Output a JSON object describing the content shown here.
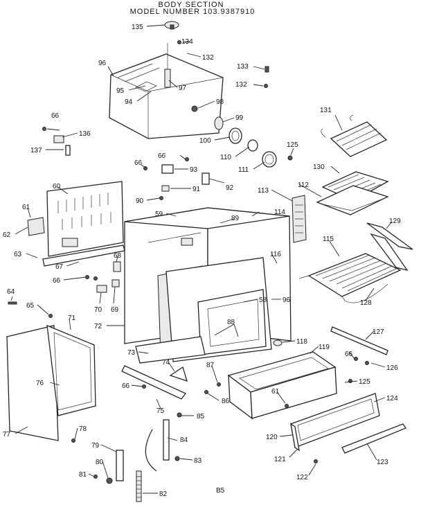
{
  "header": {
    "title": "BODY  SECTION",
    "model": "MODEL  NUMBER 103.9387910"
  },
  "footer": {
    "code": "B5"
  },
  "callouts": [
    {
      "id": "c135",
      "text": "135"
    },
    {
      "id": "c134",
      "text": "134"
    },
    {
      "id": "c132a",
      "text": "132"
    },
    {
      "id": "c133",
      "text": "133"
    },
    {
      "id": "c132b",
      "text": "132"
    },
    {
      "id": "c96a",
      "text": "96"
    },
    {
      "id": "c97",
      "text": "97"
    },
    {
      "id": "c95",
      "text": "95"
    },
    {
      "id": "c94",
      "text": "94"
    },
    {
      "id": "c98",
      "text": "98"
    },
    {
      "id": "c99",
      "text": "99"
    },
    {
      "id": "c131",
      "text": "131"
    },
    {
      "id": "c66a",
      "text": "66"
    },
    {
      "id": "c136",
      "text": "136"
    },
    {
      "id": "c137",
      "text": "137"
    },
    {
      "id": "c100",
      "text": "100"
    },
    {
      "id": "c110",
      "text": "110"
    },
    {
      "id": "c125a",
      "text": "125"
    },
    {
      "id": "c111",
      "text": "111"
    },
    {
      "id": "c66b",
      "text": "66"
    },
    {
      "id": "c66c",
      "text": "66"
    },
    {
      "id": "c93",
      "text": "93"
    },
    {
      "id": "c130",
      "text": "130"
    },
    {
      "id": "c60",
      "text": "60"
    },
    {
      "id": "c92",
      "text": "92"
    },
    {
      "id": "c91",
      "text": "91"
    },
    {
      "id": "c113",
      "text": "113"
    },
    {
      "id": "c112",
      "text": "112"
    },
    {
      "id": "c90",
      "text": "90"
    },
    {
      "id": "c61a",
      "text": "61"
    },
    {
      "id": "c114",
      "text": "114"
    },
    {
      "id": "c59",
      "text": "59"
    },
    {
      "id": "c89",
      "text": "89"
    },
    {
      "id": "c62",
      "text": "62"
    },
    {
      "id": "c129",
      "text": "129"
    },
    {
      "id": "c115",
      "text": "115"
    },
    {
      "id": "c68",
      "text": "68"
    },
    {
      "id": "c63",
      "text": "63"
    },
    {
      "id": "c67",
      "text": "67"
    },
    {
      "id": "c116",
      "text": "116"
    },
    {
      "id": "c66d",
      "text": "66"
    },
    {
      "id": "c64",
      "text": "64"
    },
    {
      "id": "c58",
      "text": "58"
    },
    {
      "id": "c96b",
      "text": "96"
    },
    {
      "id": "c128",
      "text": "128"
    },
    {
      "id": "c70",
      "text": "70"
    },
    {
      "id": "c69",
      "text": "69"
    },
    {
      "id": "c88",
      "text": "88"
    },
    {
      "id": "c65",
      "text": "65"
    },
    {
      "id": "c71",
      "text": "71"
    },
    {
      "id": "c72",
      "text": "72"
    },
    {
      "id": "c127",
      "text": "127"
    },
    {
      "id": "c118",
      "text": "118"
    },
    {
      "id": "c73",
      "text": "73"
    },
    {
      "id": "c119",
      "text": "119"
    },
    {
      "id": "c66e",
      "text": "66"
    },
    {
      "id": "c126",
      "text": "126"
    },
    {
      "id": "c74",
      "text": "74"
    },
    {
      "id": "c87",
      "text": "87"
    },
    {
      "id": "c76",
      "text": "76"
    },
    {
      "id": "c66f",
      "text": "66"
    },
    {
      "id": "c125b",
      "text": "125"
    },
    {
      "id": "c61b",
      "text": "61"
    },
    {
      "id": "c86",
      "text": "86"
    },
    {
      "id": "c124",
      "text": "124"
    },
    {
      "id": "c75",
      "text": "75"
    },
    {
      "id": "c85",
      "text": "85"
    },
    {
      "id": "c78",
      "text": "78"
    },
    {
      "id": "c77",
      "text": "77"
    },
    {
      "id": "c120",
      "text": "120"
    },
    {
      "id": "c84",
      "text": "84"
    },
    {
      "id": "c79",
      "text": "79"
    },
    {
      "id": "c121",
      "text": "121"
    },
    {
      "id": "c123",
      "text": "123"
    },
    {
      "id": "c80",
      "text": "80"
    },
    {
      "id": "c83",
      "text": "83"
    },
    {
      "id": "c81",
      "text": "81"
    },
    {
      "id": "c122",
      "text": "122"
    },
    {
      "id": "c82",
      "text": "82"
    }
  ]
}
